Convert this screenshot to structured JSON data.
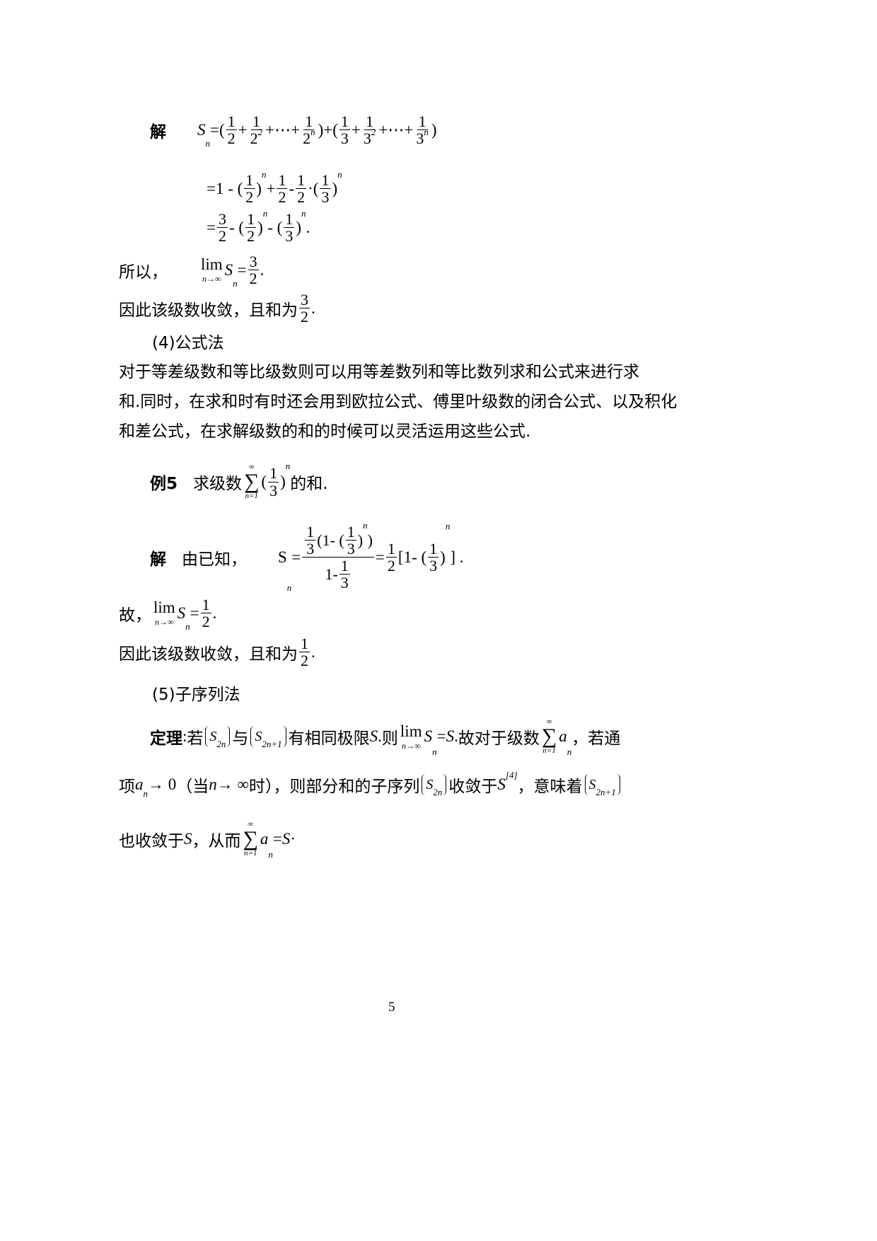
{
  "lines": [
    {
      "name": "solution-1-line-1",
      "cls": "",
      "tokens": [
        {
          "b": "解"
        },
        {
          "gap": 2
        },
        {
          "i": "S"
        },
        {
          "sub": "n"
        },
        " =(",
        {
          "frac": {
            "num": [
              "1"
            ],
            "den": [
              "2"
            ]
          }
        },
        "+",
        {
          "frac": {
            "num": [
              "1"
            ],
            "den": [
              "2",
              {
                "sup": "2"
              }
            ]
          }
        },
        "+⋯+",
        {
          "frac": {
            "num": [
              "1"
            ],
            "den": [
              "2",
              {
                "sup": "n"
              }
            ]
          }
        },
        ")+(",
        {
          "frac": {
            "num": [
              "1"
            ],
            "den": [
              "3"
            ]
          }
        },
        "+",
        {
          "frac": {
            "num": [
              "1"
            ],
            "den": [
              "3",
              {
                "sup": "2"
              }
            ]
          }
        },
        "+⋯+",
        {
          "frac": {
            "num": [
              "1"
            ],
            "den": [
              "3",
              {
                "sup": "n"
              }
            ]
          }
        },
        ")"
      ]
    },
    {
      "name": "solution-1-line-2",
      "tokens": [
        "=1 - (",
        {
          "frac": {
            "num": [
              "1"
            ],
            "den": [
              "2"
            ]
          }
        },
        ")",
        {
          "sup": "n"
        },
        " +",
        {
          "frac": {
            "num": [
              "1"
            ],
            "den": [
              "2"
            ]
          }
        },
        "- ",
        {
          "frac": {
            "num": [
              "1"
            ],
            "den": [
              "2"
            ]
          }
        },
        "·(",
        {
          "frac": {
            "num": [
              "1"
            ],
            "den": [
              "3"
            ]
          }
        },
        ")",
        {
          "sup": "n"
        }
      ]
    },
    {
      "name": "solution-1-line-3",
      "tokens": [
        "=",
        {
          "frac": {
            "num": [
              "3"
            ],
            "den": [
              "2"
            ]
          }
        },
        "- (",
        {
          "frac": {
            "num": [
              "1"
            ],
            "den": [
              "2"
            ]
          }
        },
        ")",
        {
          "sup": "n"
        },
        " - (",
        {
          "frac": {
            "num": [
              "1"
            ],
            "den": [
              "3"
            ]
          }
        },
        ")",
        {
          "sup": "n"
        },
        " ."
      ]
    },
    {
      "name": "limit-line-1",
      "tokens": [
        {
          "c": "所以，"
        },
        {
          "gap": 2
        },
        {
          "lim": "n→∞"
        },
        {
          "i": "S"
        },
        {
          "sub": "n"
        },
        " =",
        {
          "frac": {
            "num": [
              "3"
            ],
            "den": [
              "2"
            ]
          }
        },
        " ."
      ]
    },
    {
      "name": "conclusion-line-1",
      "tokens": [
        {
          "c": "因此该级数收敛，且和为"
        },
        {
          "frac": {
            "num": [
              "3"
            ],
            "den": [
              "2"
            ]
          }
        },
        "."
      ]
    },
    {
      "name": "section-4-heading",
      "tokens": [
        {
          "c": "(4)公式法"
        }
      ]
    },
    {
      "name": "paragraph-line-1",
      "tokens": [
        {
          "c": "对于等差级数和等比级数则可以用等差数列和等比数列求和公式来进行求"
        }
      ]
    },
    {
      "name": "paragraph-line-2",
      "tokens": [
        {
          "c": "和.同时，在求和时有时还会用到欧拉公式、傅里叶级数的闭合公式、以及积化"
        }
      ]
    },
    {
      "name": "paragraph-line-3",
      "tokens": [
        {
          "c": "和差公式，在求解级数的和的时候可以灵活运用这些公式."
        }
      ]
    },
    {
      "name": "example-5",
      "tokens": [
        {
          "b": "例5"
        },
        {
          "gap": 1
        },
        {
          "c": "求级数"
        },
        {
          "sum": {
            "top": "∞",
            "bot": "n=1"
          }
        },
        "(",
        {
          "frac": {
            "num": [
              "1"
            ],
            "den": [
              "3"
            ]
          }
        },
        ")",
        {
          "sup": "n"
        },
        {
          "c": " 的和."
        }
      ]
    },
    {
      "name": "solution-2",
      "tokens": [
        {
          "b": "解"
        },
        {
          "gap": 1
        },
        {
          "c": "由已知，"
        },
        {
          "gap": 2
        },
        "S",
        {
          "sub": "n"
        },
        "=",
        {
          "frac": {
            "num": [
              {
                "frac": {
                  "num": [
                    "1"
                  ],
                  "den": [
                    "3"
                  ]
                }
              },
              "(1- (",
              {
                "frac": {
                  "num": [
                    "1"
                  ],
                  "den": [
                    "3"
                  ]
                }
              },
              ")",
              {
                "sup": "n"
              },
              ")"
            ],
            "den": [
              "1-",
              {
                "frac": {
                  "num": [
                    "1"
                  ],
                  "den": [
                    "3"
                  ]
                }
              }
            ]
          }
        },
        "=",
        {
          "frac": {
            "num": [
              "1"
            ],
            "den": [
              "2"
            ]
          }
        },
        "[1- (",
        {
          "frac": {
            "num": [
              "1"
            ],
            "den": [
              "3"
            ]
          }
        },
        ")",
        {
          "sup": "n"
        },
        "] ."
      ]
    },
    {
      "name": "limit-line-2",
      "tokens": [
        {
          "c": "故，"
        },
        {
          "lim": "n→∞"
        },
        {
          "i": "S"
        },
        {
          "sub": "n"
        },
        " =",
        {
          "frac": {
            "num": [
              "1"
            ],
            "den": [
              "2"
            ]
          }
        },
        "."
      ]
    },
    {
      "name": "conclusion-line-2",
      "tokens": [
        {
          "c": "因此该级数收敛，且和为"
        },
        {
          "frac": {
            "num": [
              "1"
            ],
            "den": [
              "2"
            ]
          }
        },
        "."
      ]
    },
    {
      "name": "section-5-heading",
      "tokens": [
        {
          "c": "(5)子序列法"
        }
      ]
    },
    {
      "name": "theorem-line-1",
      "tokens": [
        {
          "b": "定理"
        },
        ":",
        {
          "c": "若"
        },
        {
          "brace": [
            {
              "i": "S"
            },
            {
              "sub": "2n"
            }
          ]
        },
        {
          "c": "与"
        },
        {
          "brace": [
            {
              "i": "S"
            },
            {
              "sub": "2n+1"
            }
          ]
        },
        {
          "c": "有相同极限"
        },
        {
          "i": "S"
        },
        ".",
        {
          "c": "则"
        },
        {
          "lim": "n→∞"
        },
        {
          "i": "S"
        },
        {
          "sub": "n"
        },
        " =",
        {
          "i": "S"
        },
        ".",
        {
          "c": "故对于级数"
        },
        {
          "sum": {
            "top": "∞",
            "bot": "n=1"
          }
        },
        {
          "i": "a"
        },
        {
          "sub": "n"
        },
        {
          "c": " ，若通"
        }
      ]
    },
    {
      "name": "theorem-line-2",
      "tokens": [
        {
          "c": "项"
        },
        {
          "i": "a"
        },
        {
          "sub": "n"
        },
        " → 0 ",
        {
          "c": "（当"
        },
        {
          "i": "n"
        },
        " → ∞",
        {
          "c": "时），则部分和的子序列"
        },
        {
          "brace": [
            {
              "i": "S"
            },
            {
              "sub": "2n"
            }
          ]
        },
        {
          "c": "收敛于 "
        },
        {
          "i": "S"
        },
        {
          "sup": "[4]"
        },
        {
          "c": "，意味着"
        },
        {
          "brace": [
            {
              "i": "S"
            },
            {
              "sub": "2n+1"
            }
          ]
        }
      ]
    },
    {
      "name": "theorem-line-3",
      "tokens": [
        {
          "c": "也收敛于"
        },
        {
          "i": "S"
        },
        {
          "c": "，从而"
        },
        {
          "sum": {
            "top": "∞",
            "bot": "n=1"
          }
        },
        {
          "i": "a"
        },
        {
          "sub": "n"
        },
        " =",
        {
          "i": "S"
        },
        "·"
      ]
    }
  ],
  "page_number": "5"
}
